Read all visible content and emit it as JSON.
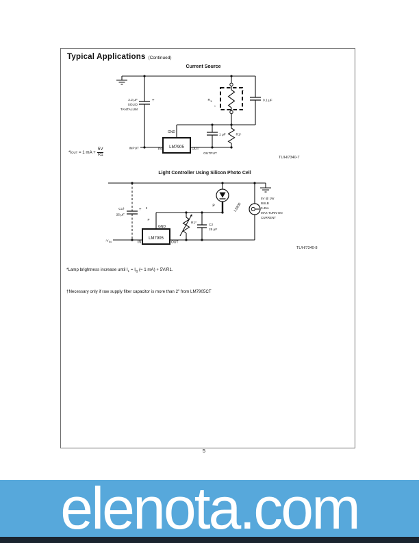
{
  "page": {
    "heading": "Typical Applications",
    "heading_note": "(Continued)",
    "number": "5"
  },
  "fig1": {
    "title": "Current Source",
    "ref": "TL/H/7340-7",
    "regulator": "LM7905",
    "pin_in": "IN",
    "pin_out": "OUT",
    "pin_gnd": "GND",
    "input_label": "INPUT",
    "output_label": "OUTPUT",
    "cap_input": {
      "line1": "2.2 μF",
      "line2": "SOLID",
      "line3": "TANTALUM",
      "plus": "+"
    },
    "load": {
      "r": "R",
      "sub": "L",
      "star": "*",
      "mark": "*"
    },
    "cap_right": "0.1 μF",
    "cap_mid": "1 μF",
    "res_r1": "R1*",
    "footnote": {
      "a": "*I",
      "sub": "OUT",
      "b": " = 1 mA + ",
      "num": "5V",
      "den": "R1"
    }
  },
  "fig2": {
    "title": "Light Controller Using Silicon Photo Cell",
    "ref": "TL/H/7340-8",
    "regulator": "LM7905",
    "pin_in": "IN",
    "pin_out": "OUT",
    "pin_gnd": "GND",
    "neg_input": {
      "a": "-V",
      "sub": "IN"
    },
    "cap1": {
      "label": "C1†",
      "value": "25 μF",
      "plus": "+"
    },
    "pot": "R1*",
    "cap2": {
      "label": "C2",
      "value": "25 μF"
    },
    "photocell": {
      "label": "P",
      "part": "LS600",
      "pin": "2"
    },
    "lamp": {
      "line1": "5V @ 1W",
      "line2": "BULB",
      "line3": "0.45A",
      "line4": "MAX TURN-ON",
      "line5": "CURRENT"
    }
  },
  "footnotes": {
    "fn1": {
      "a": "*Lamp brightness increase until I",
      "sub1": "L",
      "b": " = I",
      "sub2": "Q",
      "c": " (≈ 1 mA) + 5V/R1."
    },
    "fn2": "†Necessary only if raw supply filter capacitor is more than 2″ from LM7905CT"
  },
  "banner": {
    "text": "elenota.com",
    "bg": "#57a8db",
    "strip_bg": "#1a242f"
  }
}
